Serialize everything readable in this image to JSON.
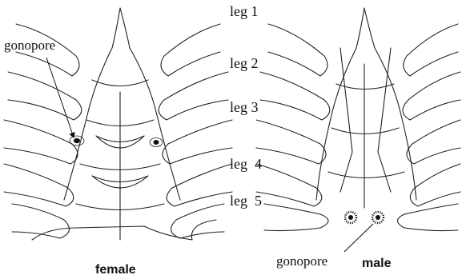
{
  "leg_labels": [
    "leg 1",
    "leg 2",
    "leg 3",
    "leg  4",
    "leg  5"
  ],
  "female": {
    "caption": "female",
    "gonopore_label": "gonopore"
  },
  "male": {
    "caption": "male",
    "gonopore_label": "gonopore"
  },
  "colors": {
    "ink": "#222222",
    "background": "#ffffff"
  }
}
